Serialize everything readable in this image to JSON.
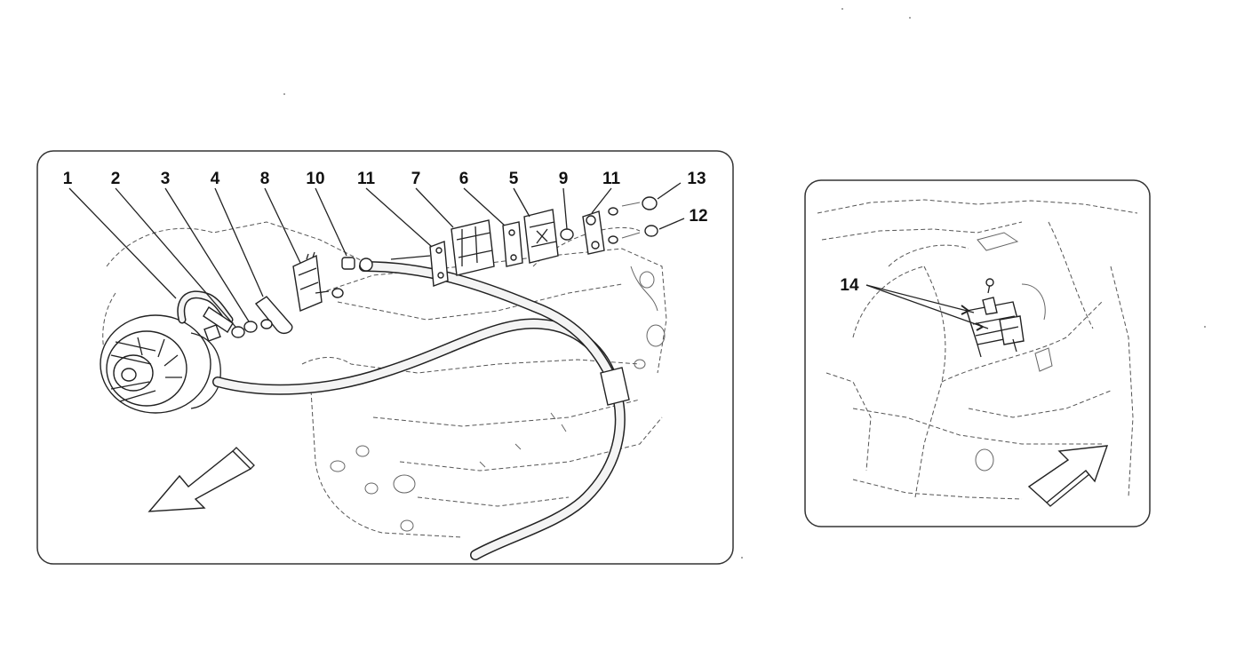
{
  "callouts_main": [
    "1",
    "2",
    "3",
    "4",
    "8",
    "10",
    "11",
    "7",
    "6",
    "5",
    "9",
    "11",
    "13",
    "12"
  ],
  "callouts_detail": [
    "14"
  ],
  "colors": {
    "line": "#222222",
    "background": "#ffffff",
    "sketch": "#666666"
  },
  "icons": {
    "direction_arrow_main": "arrow-down-left-icon",
    "direction_arrow_detail": "arrow-up-right-icon"
  }
}
